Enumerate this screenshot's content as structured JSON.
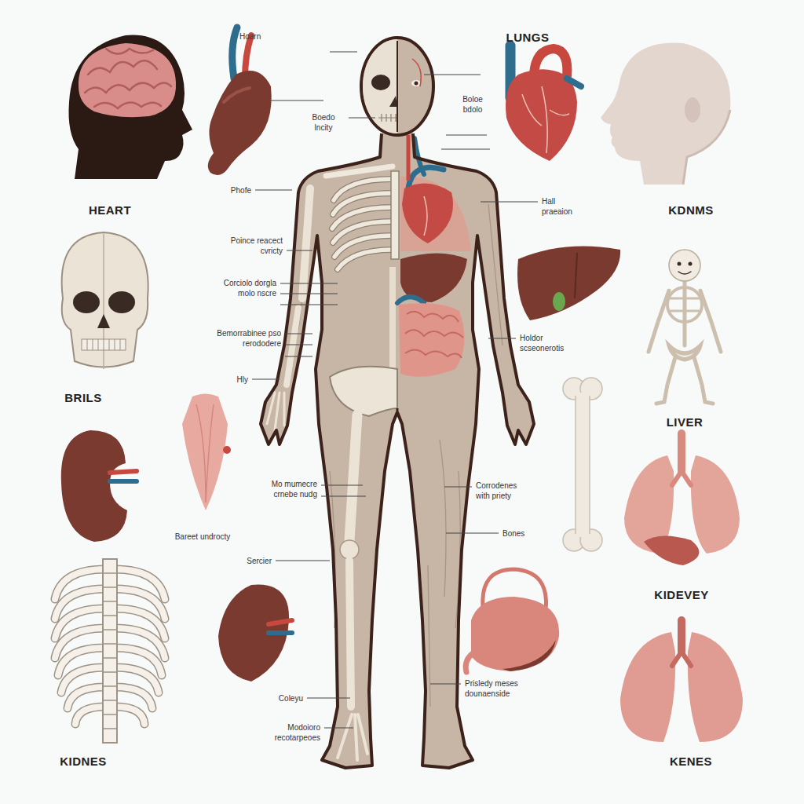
{
  "diagram": {
    "labels": [
      "Hoarn",
      "LUNGS",
      "Boloe bdolo",
      "Boedo lncity",
      "HEART",
      "KDNMS",
      "Phofe",
      "Hall praeaion",
      "Poince reacect cvricty",
      "Corciolo dorgla molo nscre",
      "Holdor scseonerotis",
      "Bemorrabinee pso rerododere",
      "Hly",
      "BRILS",
      "LIVER",
      "Mo mumecre crnebe nudg",
      "Corrodenes with priety",
      "Bones",
      "Bareet undrocty",
      "Sercier",
      "KIDEVEY",
      "Coleyu",
      "Prisledy meses dounaenside",
      "Modoioro recotarpeoes",
      "KIDNES",
      "KENES"
    ]
  }
}
